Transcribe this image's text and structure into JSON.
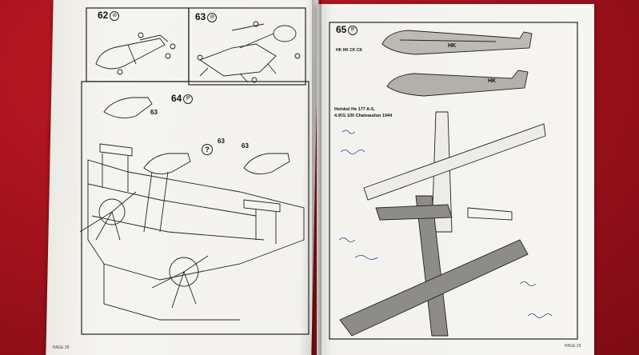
{
  "steps": {
    "s62": "62",
    "s63": "63",
    "s64": "64",
    "s65": "65",
    "callout_63a": "63",
    "callout_63b": "63",
    "callout_63c": "63",
    "question": "?"
  },
  "caption": {
    "line1": "Heinkel He 177 A-5,",
    "line2": "4./KG 100 Chateaudun 1944"
  },
  "markings": {
    "fuselage_code": "HK",
    "fuselage_code_2": "HK",
    "flag": "HK HK CK CK"
  },
  "footer": {
    "left": "PAGE 28",
    "right": "PAGE 29"
  },
  "colors": {
    "background": "#a8121c",
    "paper": "#f4f3ef",
    "ink": "#111111",
    "handwriting": "#2b3c8a"
  }
}
